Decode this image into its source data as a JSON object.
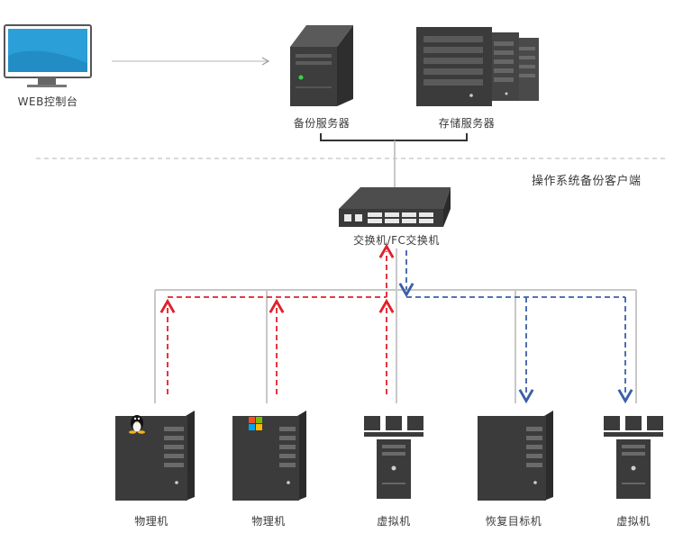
{
  "labels": {
    "web_console": "WEB控制台",
    "backup_server": "备份服务器",
    "storage_server": "存储服务器",
    "os_backup_client": "操作系统备份客户端",
    "switch": "交换机/FC交换机",
    "physical_1": "物理机",
    "physical_2": "物理机",
    "vm_1": "虚拟机",
    "restore_target": "恢复目标机",
    "vm_2": "虚拟机"
  },
  "colors": {
    "device_dark": "#3b3b3b",
    "device_mid": "#4a4a4a",
    "line_gray": "#c8c8c8",
    "backup_flow_red": "#e0202a",
    "restore_flow_blue": "#3a5fa8",
    "monitor_screen": "#2a9fd8"
  },
  "icons": {
    "linux": "tux-icon",
    "windows": "windows-logo-icon"
  }
}
